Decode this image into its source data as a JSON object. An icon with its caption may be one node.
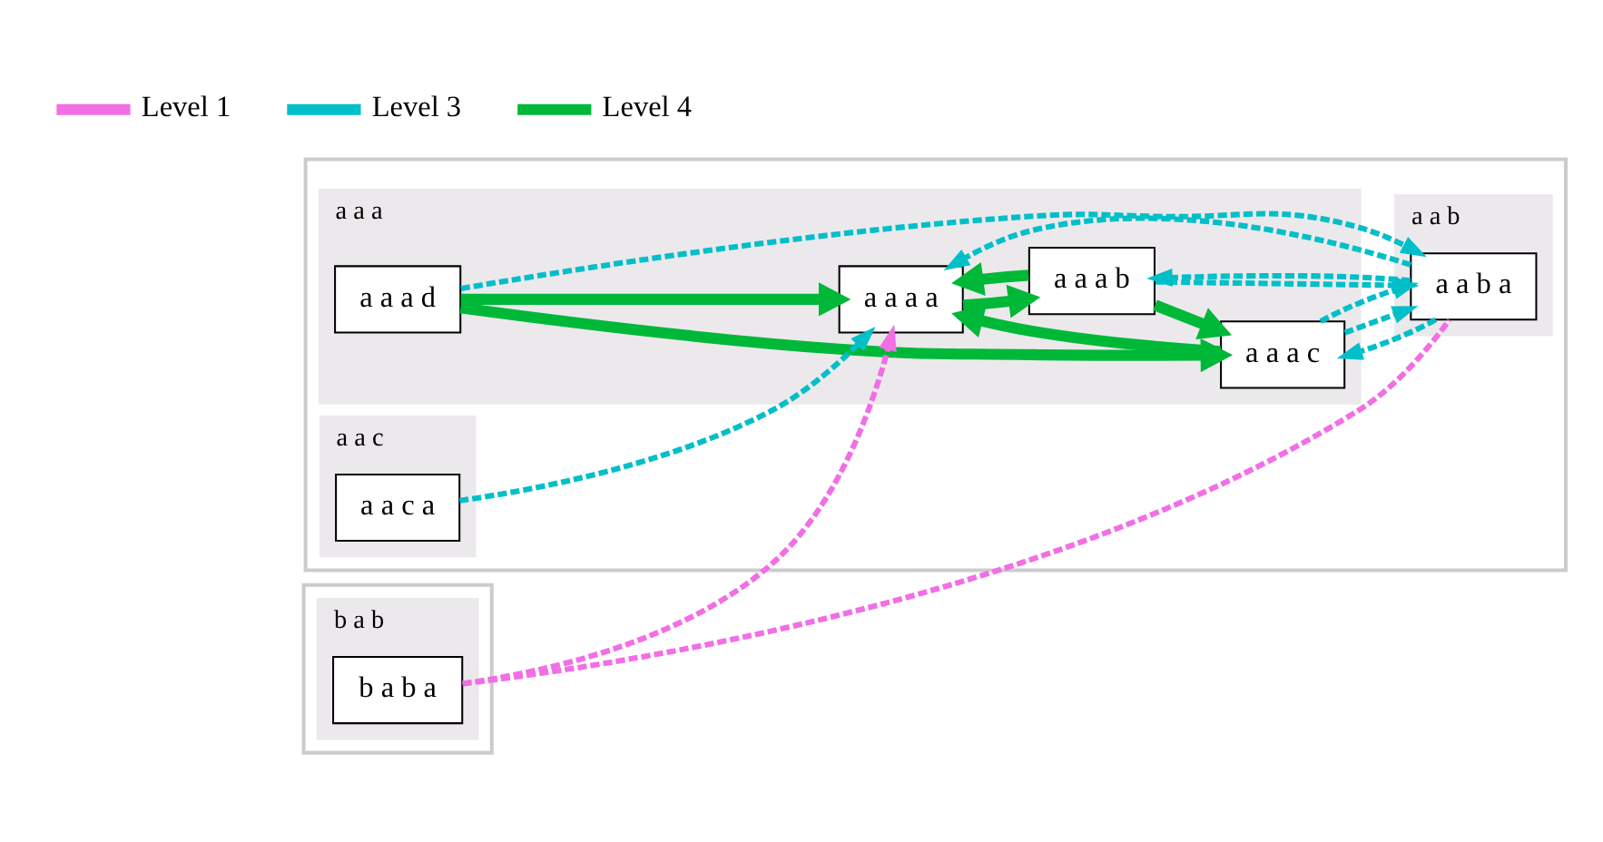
{
  "diagram": {
    "nodes": [
      {
        "text": [],
        "shape": "box"
      },
      {
        "text": [
          "a a a"
        ],
        "in": 0
      },
      {
        "text": [
          "a a b"
        ],
        "in": 0
      },
      {
        "text": [
          "a a c"
        ],
        "in": 0
      },
      {
        "text": [],
        "shape": "box"
      },
      {
        "text": [
          "b a b"
        ],
        "in": 4
      },
      {
        "text": [
          "a a a a"
        ],
        "in": 1
      },
      {
        "text": [
          "a a a b"
        ],
        "in": 1
      },
      {
        "text": [
          "a a a c"
        ],
        "in": 1
      },
      {
        "text": [
          "a a a d"
        ],
        "in": 1
      },
      {
        "text": [
          "a a b a"
        ],
        "in": 2
      },
      {
        "text": [
          "a a c a"
        ],
        "in": 3
      },
      {
        "text": [
          "b a b a"
        ],
        "in": 5
      }
    ],
    "edges": [
      {
        "from": 12,
        "to": 6,
        "arrow": "to",
        "style": "dashed",
        "color": "#f26ee5"
      },
      {
        "from": 12,
        "to": 10,
        "arrow": "none",
        "style": "dashed",
        "color": "#f26ee5"
      },
      {
        "from": 11,
        "to": 6,
        "arrow": "to",
        "style": "dashed"
      },
      {
        "from": 10,
        "to": 6,
        "arrow": "to",
        "style": "dashed"
      },
      {
        "from": 10,
        "to": 7,
        "arrow": "to",
        "style": "dashed"
      },
      {
        "from": 10,
        "to": 8,
        "arrow": "to",
        "style": "dashed"
      },
      {
        "from": 9,
        "to": 10,
        "arrow": "to",
        "style": "dashed"
      },
      {
        "from": 8,
        "to": 10,
        "arrow": "to",
        "style": "dashed"
      },
      {
        "from": 8,
        "to": 10,
        "arrow": "to",
        "style": "dashed"
      },
      {
        "from": 7,
        "to": 10,
        "arrow": "to",
        "style": "dashed"
      },
      {
        "from": 9,
        "to": 6,
        "arrow": "to",
        "style": "thick",
        "color": "#00b838"
      },
      {
        "from": 8,
        "to": 6,
        "arrow": "to",
        "style": "thick",
        "color": "#00b838"
      },
      {
        "from": 7,
        "to": 6,
        "arrow": "to",
        "style": "thick",
        "color": "#00b838"
      },
      {
        "from": 9,
        "to": 8,
        "arrow": "to",
        "style": "thick",
        "color": "#00b838"
      },
      {
        "from": 6,
        "to": 7,
        "arrow": "to",
        "style": "thick",
        "color": "#00b838"
      },
      {
        "from": 7,
        "to": 8,
        "arrow": "to",
        "style": "thick",
        "color": "#00b838"
      }
    ],
    "legend": [
      {
        "text": "Level 1"
      },
      {
        "text": "Level 3"
      },
      {
        "text": "Level 4"
      }
    ]
  }
}
